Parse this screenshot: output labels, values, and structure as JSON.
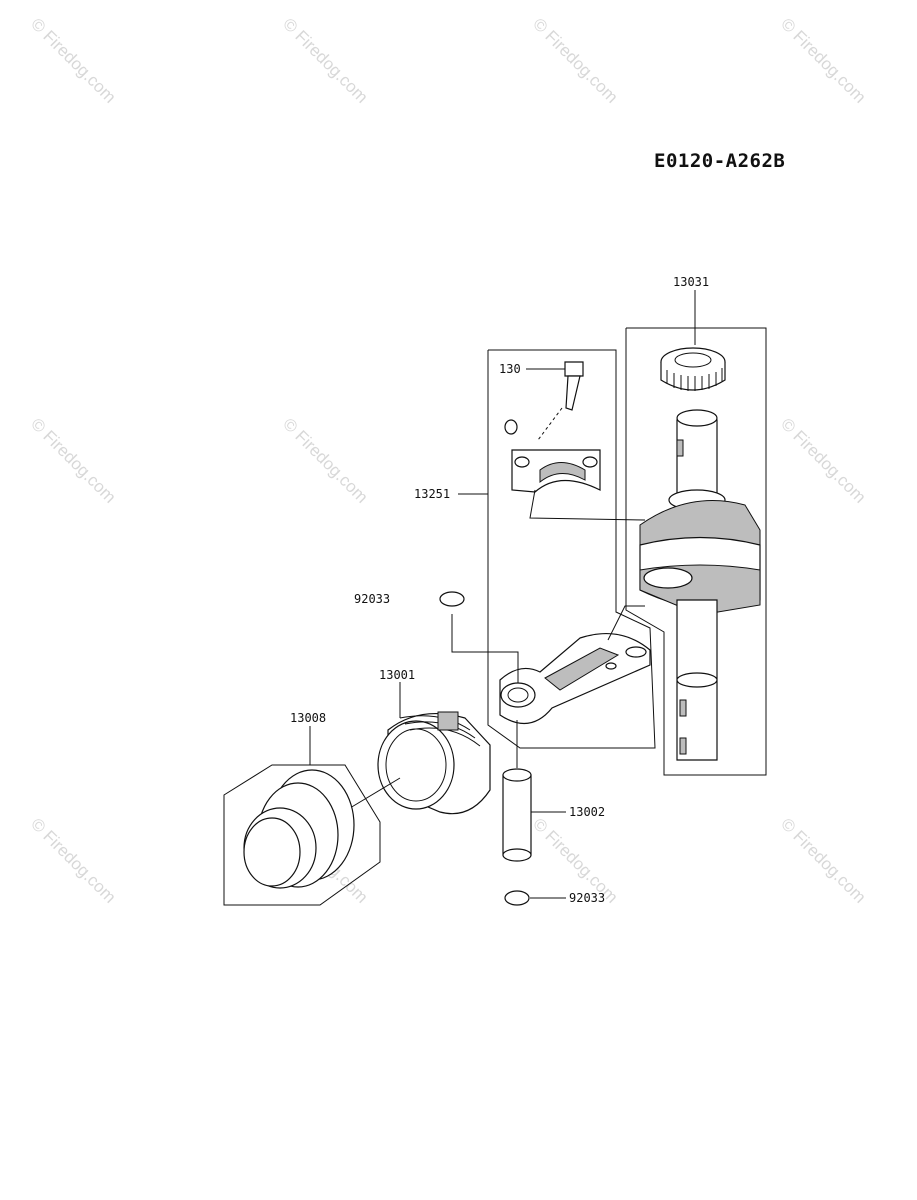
{
  "drawing_code": "E0120-A262B",
  "watermark": "© Firedog.com",
  "callouts": [
    {
      "id": "label-13031",
      "text": "13031"
    },
    {
      "id": "label-130",
      "text": "130"
    },
    {
      "id": "label-13251",
      "text": "13251"
    },
    {
      "id": "label-92033-top",
      "text": "92033"
    },
    {
      "id": "label-13001",
      "text": "13001"
    },
    {
      "id": "label-13008",
      "text": "13008"
    },
    {
      "id": "label-13002",
      "text": "13002"
    },
    {
      "id": "label-92033-bottom",
      "text": "92033"
    }
  ]
}
